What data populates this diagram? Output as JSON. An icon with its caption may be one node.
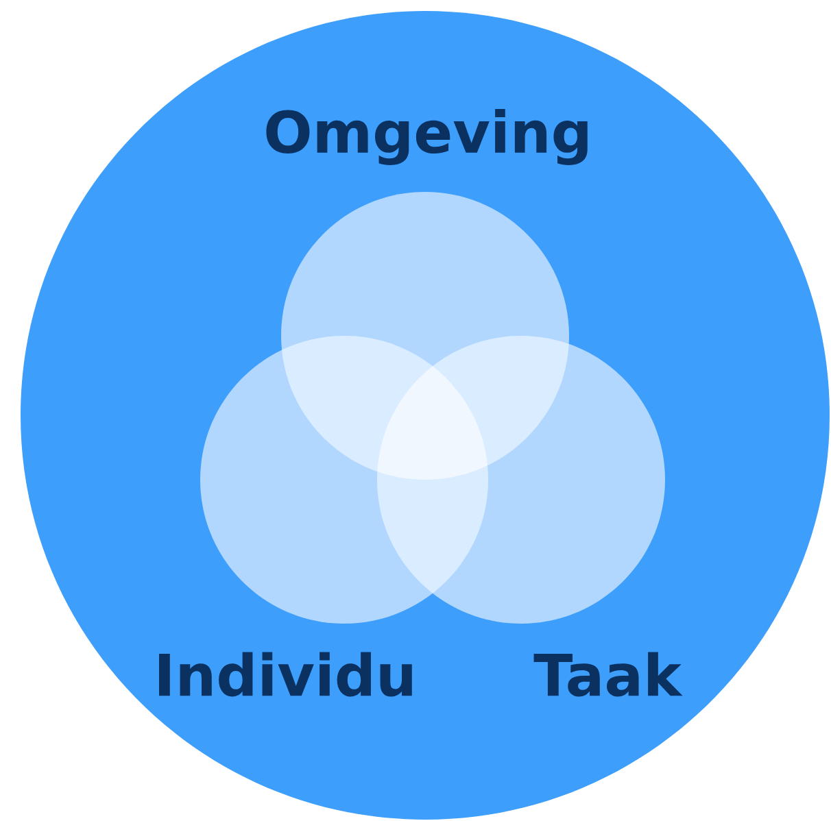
{
  "diagram": {
    "nodes": [
      {
        "text": [],
        "shape": "circle"
      },
      {
        "text": [
          "Omgeving"
        ],
        "in": 0
      },
      {
        "text": [
          "Individu"
        ],
        "in": 0
      },
      {
        "text": [
          "Taak"
        ],
        "in": 0
      }
    ]
  }
}
